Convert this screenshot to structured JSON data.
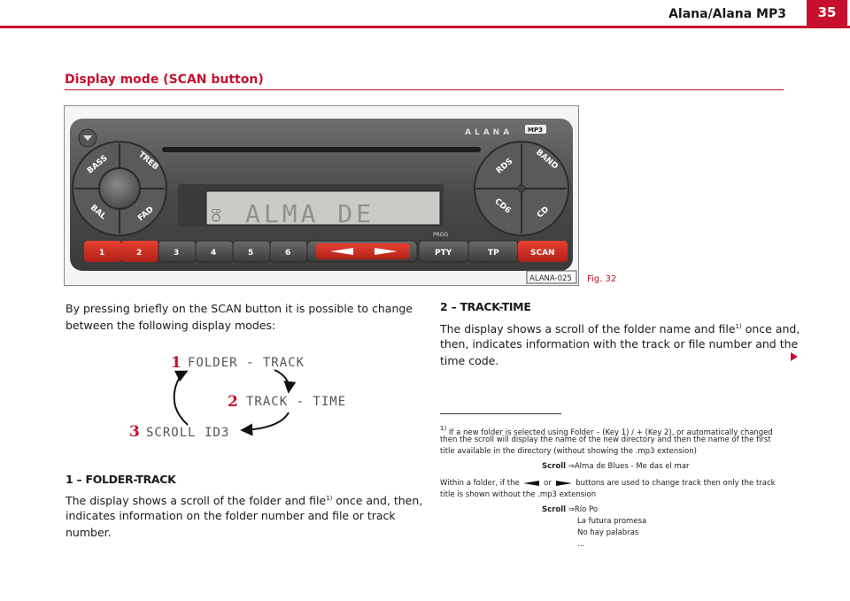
{
  "header": {
    "title": "Alana/Alana MP3",
    "page_number": "35"
  },
  "section": {
    "title": "Display mode (SCAN button)"
  },
  "figure": {
    "brand": "ALANA",
    "mp3_badge": "MP3",
    "left_knob": {
      "top_left": "BASS",
      "top_right": "TREB",
      "bottom_left": "BAL",
      "bottom_right": "FAD"
    },
    "right_knob": {
      "top_left": "RDS",
      "top_right": "BAND",
      "bottom_left": "CD6",
      "bottom_right": "CD"
    },
    "display_icon": "CD",
    "display_text": "ALMA DE",
    "prog_label": "PROG",
    "buttons": [
      "1",
      "2",
      "3",
      "4",
      "5",
      "6",
      "PTY",
      "TP",
      "SCAN"
    ],
    "label": "ALANA-025",
    "caption": "Fig. 32"
  },
  "intro": {
    "line1": "By pressing briefly on the SCAN button it is possible to change",
    "line2": "between the following display modes:"
  },
  "diagram": {
    "item1": {
      "badge": "1",
      "text": "FOLDER - TRACK"
    },
    "item2": {
      "badge": "2",
      "text": "TRACK - TIME"
    },
    "item3": {
      "badge": "3",
      "text": "SCROLL ID3"
    }
  },
  "mode1": {
    "heading": "1 – FOLDER-TRACK",
    "line1_a": "The display shows a scroll of the folder and file",
    "line1_sup": "1)",
    "line1_b": " once and, then,",
    "line2": "indicates information on the folder number and file or track",
    "line3": "number."
  },
  "mode2": {
    "heading": "2 – TRACK-TIME",
    "line1_a": "The display shows a scroll of the folder name and file",
    "line1_sup": "1)",
    "line1_b": " once and,",
    "line2": "then, indicates information with the track or file number and the",
    "line3": "time code."
  },
  "footnote": {
    "marker": "1)",
    "line1": " If a new folder is selected using Folder – (Key 1) / + (Key 2), or automatically changed",
    "line2": "then the scroll will display the name of the new directory and then the name of the first",
    "line3": "title available in the directory (without showing the .mp3 extension)",
    "scroll_label": "Scroll",
    "scroll_arrow": "⇒",
    "scroll1_value": "Alma de Blues - Me das el mar",
    "line4_a": "Within a folder, if the",
    "line4_or": "or",
    "line4_b": "buttons are used to change track then only the track",
    "line5": "title is shown without the .mp3 extension",
    "scroll2_values": [
      "Río Po",
      "La futura promesa",
      "No hay palabras",
      "..."
    ]
  }
}
